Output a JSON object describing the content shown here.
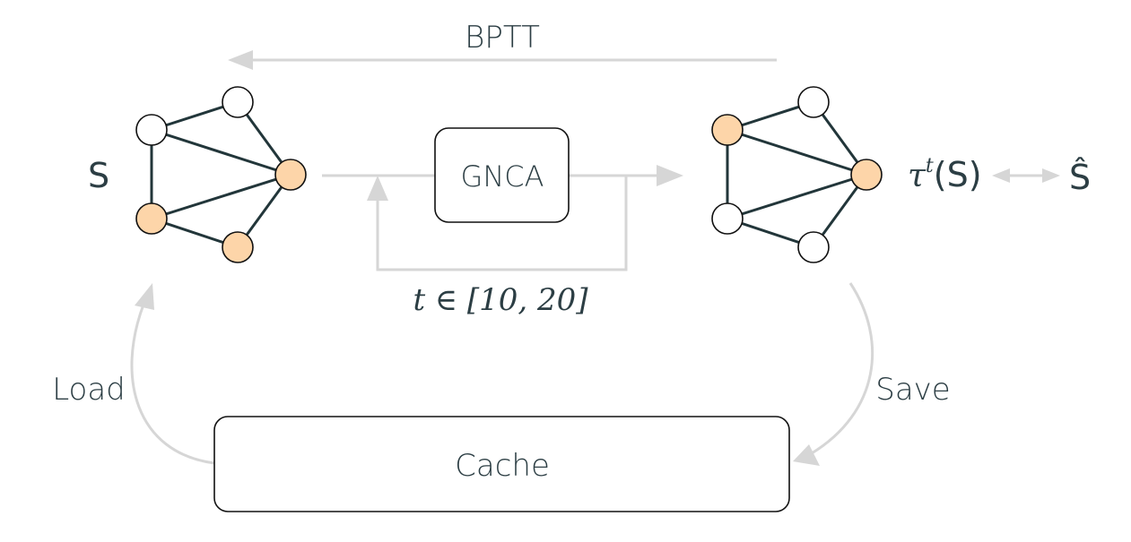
{
  "labels": {
    "bptt": "BPTT",
    "gnca": "GNCA",
    "state_in": "S",
    "tau": "τ",
    "tau_sup": "t",
    "state_open": "(S)",
    "target": "Ŝ",
    "iterations": "t ∈ [10, 20]",
    "load": "Load",
    "save": "Save",
    "cache": "Cache"
  },
  "colors": {
    "node_active": "#fdd5a9",
    "node_inactive": "#ffffff",
    "edge": "#22363a",
    "flow": "#d6d6d6",
    "text": "#2c3e44"
  },
  "graphs": [
    {
      "name": "input-graph",
      "active": [
        false,
        false,
        true,
        true,
        true
      ]
    },
    {
      "name": "output-graph",
      "active": [
        true,
        false,
        true,
        false,
        false
      ]
    }
  ]
}
